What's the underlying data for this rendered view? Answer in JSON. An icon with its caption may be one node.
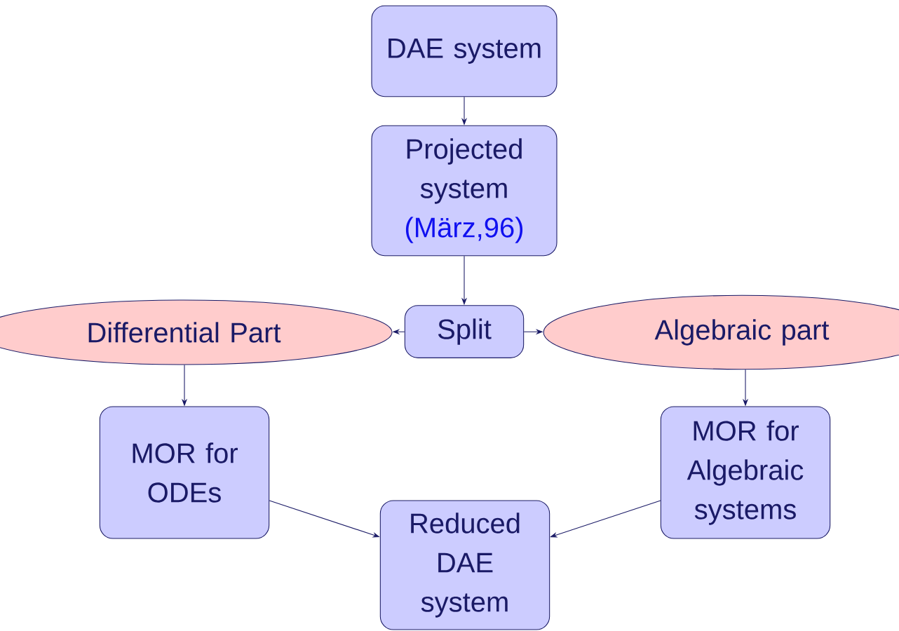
{
  "diagram": {
    "nodes": [
      {
        "text": [
          "DAE system"
        ]
      },
      {
        "text": [
          "Projected system",
          "(März,96)"
        ]
      },
      {
        "text": [
          "Split"
        ]
      },
      {
        "text": [
          "Differential Part"
        ]
      },
      {
        "text": [
          "Algebraic part"
        ]
      },
      {
        "text": [
          "MOR for ODEs"
        ]
      },
      {
        "text": [
          "MOR for Algebraic systems"
        ]
      },
      {
        "text": [
          "Reduced DAE system"
        ]
      }
    ],
    "edges": [
      {
        "from": 0,
        "to": 1,
        "arrow": "to"
      },
      {
        "from": 1,
        "to": 2,
        "arrow": "to"
      },
      {
        "from": 2,
        "to": 3,
        "arrow": "to"
      },
      {
        "from": 2,
        "to": 4,
        "arrow": "to"
      },
      {
        "from": 3,
        "to": 5,
        "arrow": "to"
      },
      {
        "from": 4,
        "to": 6,
        "arrow": "to"
      },
      {
        "from": 5,
        "to": 7,
        "arrow": "to"
      },
      {
        "from": 6,
        "to": 7,
        "arrow": "to"
      }
    ]
  }
}
